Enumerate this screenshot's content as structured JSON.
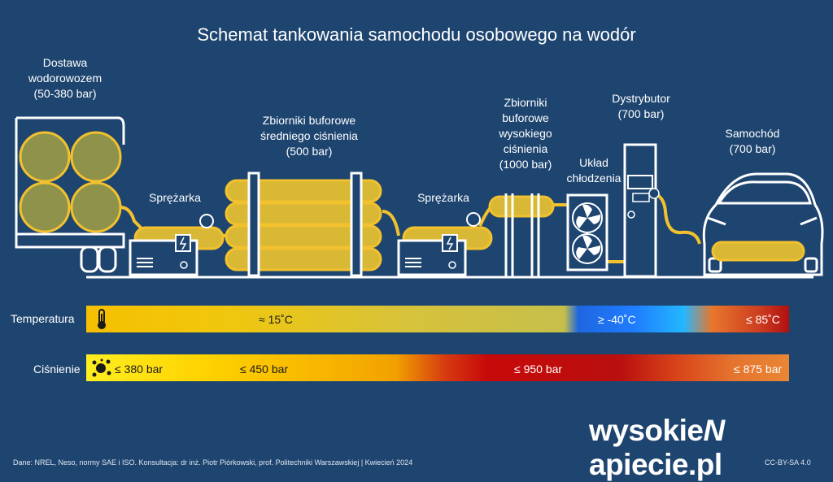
{
  "title": "Schemat tankowania samochodu osobowego na wodór",
  "stages": {
    "delivery": "Dostawa\nwodorowozem\n(50-380 bar)",
    "compressor1": "Sprężarka",
    "buffer_medium": "Zbiorniki buforowe\nśredniego ciśnienia\n(500 bar)",
    "compressor2": "Sprężarka",
    "buffer_high": "Zbiorniki\nbuforowe\nwysokiego\nciśnienia\n(1000 bar)",
    "cooling": "Układ\nchłodzenia",
    "dispenser": "Dystrybutor\n(700 bar)",
    "car": "Samochód\n(700 bar)"
  },
  "temperature": {
    "label": "Temperatura",
    "icon": "thermometer-icon",
    "values": [
      "≈ 15˚C",
      "≥ -40˚C",
      "≤ 85˚C"
    ]
  },
  "pressure": {
    "label": "Ciśnienie",
    "icon": "pressure-particles-icon",
    "values": [
      "≤ 380 bar",
      "≤ 450 bar",
      "≤ 950 bar",
      "≤ 875 bar"
    ]
  },
  "colors": {
    "background": "#1e4570",
    "pipe": "#f2c12e",
    "outline": "#ffffff"
  },
  "brand": {
    "logo_left": "wysokie",
    "logo_mark": "N",
    "logo_right": "apiecie.pl"
  },
  "footer": {
    "sources": "Dane: NREL, Neso, normy SAE i ISO. Konsultacja: dr inż. Piotr Piórkowski, prof. Politechniki Warszawskiej  |  Kwiecień 2024",
    "license": "CC-BY-SA 4.0"
  }
}
